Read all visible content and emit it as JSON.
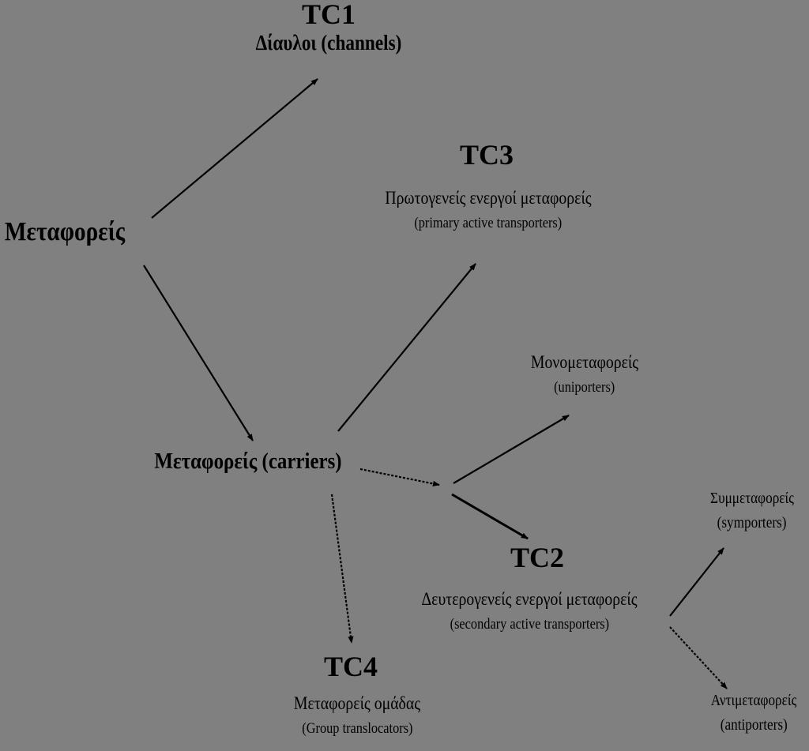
{
  "nodes": {
    "tc1": {
      "code": "TC1",
      "name": "Δίαυλοι (channels)"
    },
    "root": {
      "name": "Μεταφορείς"
    },
    "tc3": {
      "code": "TC3",
      "name_gr": "Πρωτογενείς ενεργοί μεταφορείς",
      "name_en": "(primary active transporters)"
    },
    "uniporters": {
      "name_gr": "Μονομεταφορείς",
      "name_en": "(uniporters)"
    },
    "carriers": {
      "name": "Μεταφορείς (carriers)"
    },
    "symporters": {
      "name_gr": "Συμμεταφορείς",
      "name_en": "(symporters)"
    },
    "tc2": {
      "code": "TC2",
      "name_gr": "Δευτερογενείς ενεργοί μεταφορείς",
      "name_en": "(secondary active transporters)"
    },
    "tc4": {
      "code": "TC4",
      "name_gr": "Μεταφορείς ομάδας",
      "name_en": "(Group translocators)"
    },
    "antiporters": {
      "name_gr": "Αντιμεταφορείς",
      "name_en": "(antiporters)"
    }
  },
  "edges": [
    {
      "from": "root",
      "to": "tc1"
    },
    {
      "from": "root",
      "to": "carriers"
    },
    {
      "from": "carriers",
      "to": "tc3"
    },
    {
      "from": "carriers",
      "to": "uniporters"
    },
    {
      "from": "carriers",
      "to": "tc2"
    },
    {
      "from": "carriers",
      "to": "tc4"
    },
    {
      "from": "tc2",
      "to": "symporters"
    },
    {
      "from": "tc2",
      "to": "antiporters"
    }
  ],
  "colors": {
    "background": "#808080",
    "ink": "#000000"
  }
}
